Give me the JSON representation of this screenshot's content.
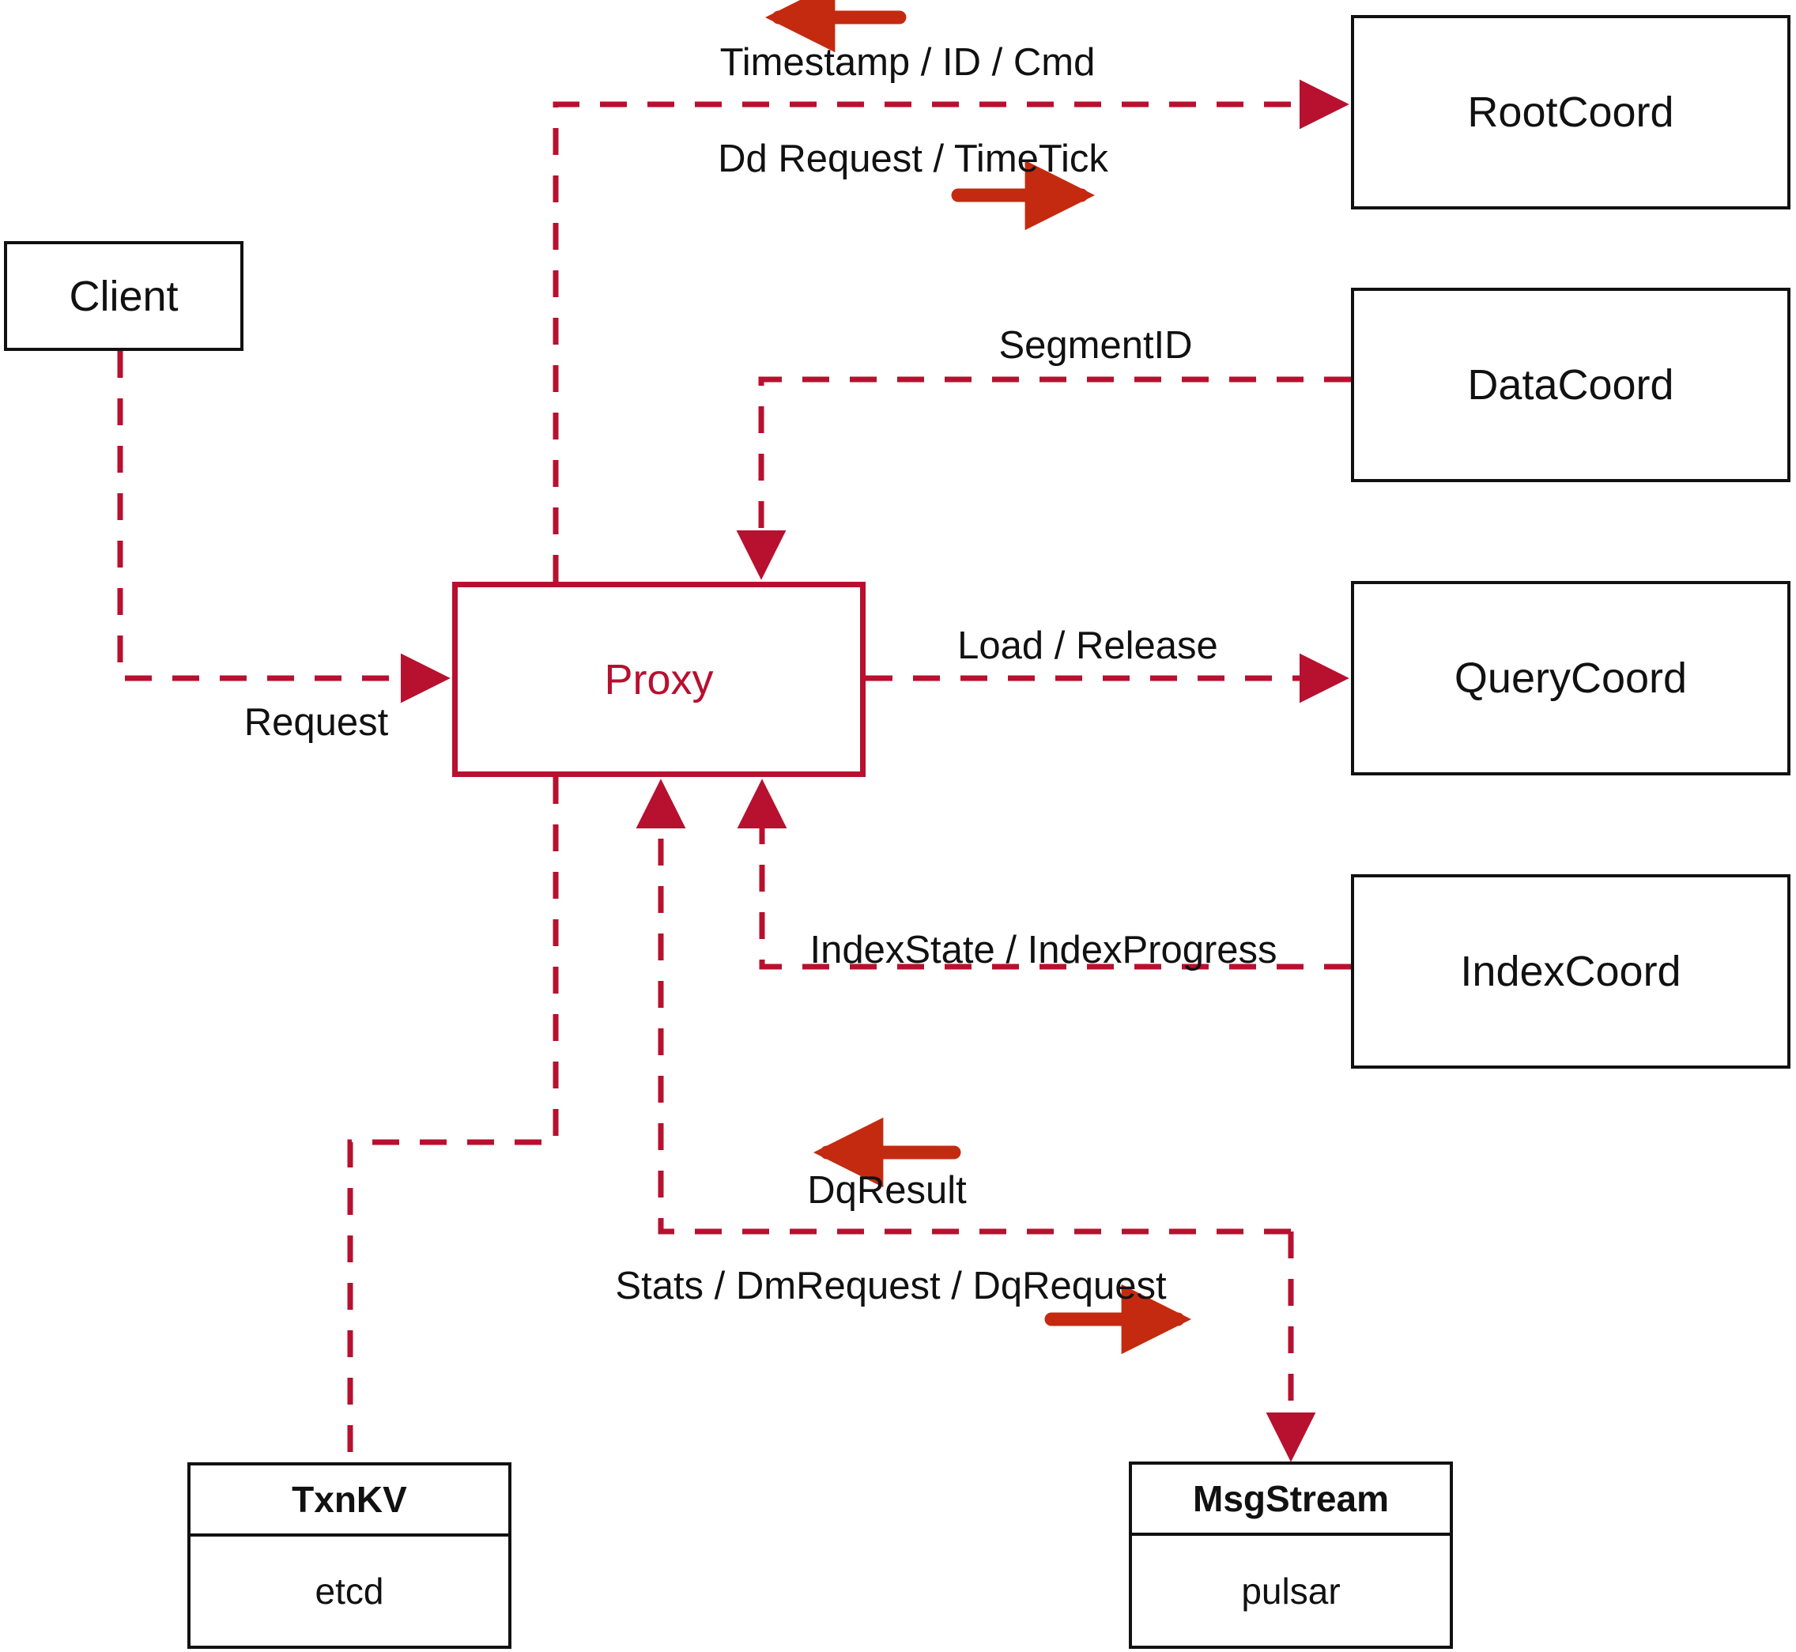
{
  "diagram": {
    "title": "Milvus Proxy interaction diagram",
    "colors": {
      "dash_red": "#b8102f",
      "arrow_red": "#c42a10",
      "node_stroke": "#111111",
      "background": "#ffffff"
    }
  },
  "nodes": {
    "client": {
      "label": "Client"
    },
    "proxy": {
      "label": "Proxy"
    },
    "root_coord": {
      "label": "RootCoord"
    },
    "data_coord": {
      "label": "DataCoord"
    },
    "query_coord": {
      "label": "QueryCoord"
    },
    "index_coord": {
      "label": "IndexCoord"
    },
    "txnkv": {
      "head": "TxnKV",
      "body": "etcd"
    },
    "msgstream": {
      "head": "MsgStream",
      "body": "pulsar"
    }
  },
  "edge_labels": {
    "timestamp_id_cmd": "Timestamp / ID / Cmd",
    "dd_request_timetick": "Dd Request / TimeTick",
    "segment_id": "SegmentID",
    "load_release": "Load / Release",
    "index_state_progress": "IndexState / IndexProgress",
    "request": "Request",
    "dq_result": "DqResult",
    "stats_dm_dq_request": "Stats / DmRequest / DqRequest"
  },
  "direction_arrows": [
    {
      "name": "timestamp-id-cmd-direction",
      "direction": "left"
    },
    {
      "name": "dd-request-timetick-direction",
      "direction": "right"
    },
    {
      "name": "dq-result-direction",
      "direction": "left"
    },
    {
      "name": "stats-dm-dq-request-direction",
      "direction": "right"
    }
  ]
}
